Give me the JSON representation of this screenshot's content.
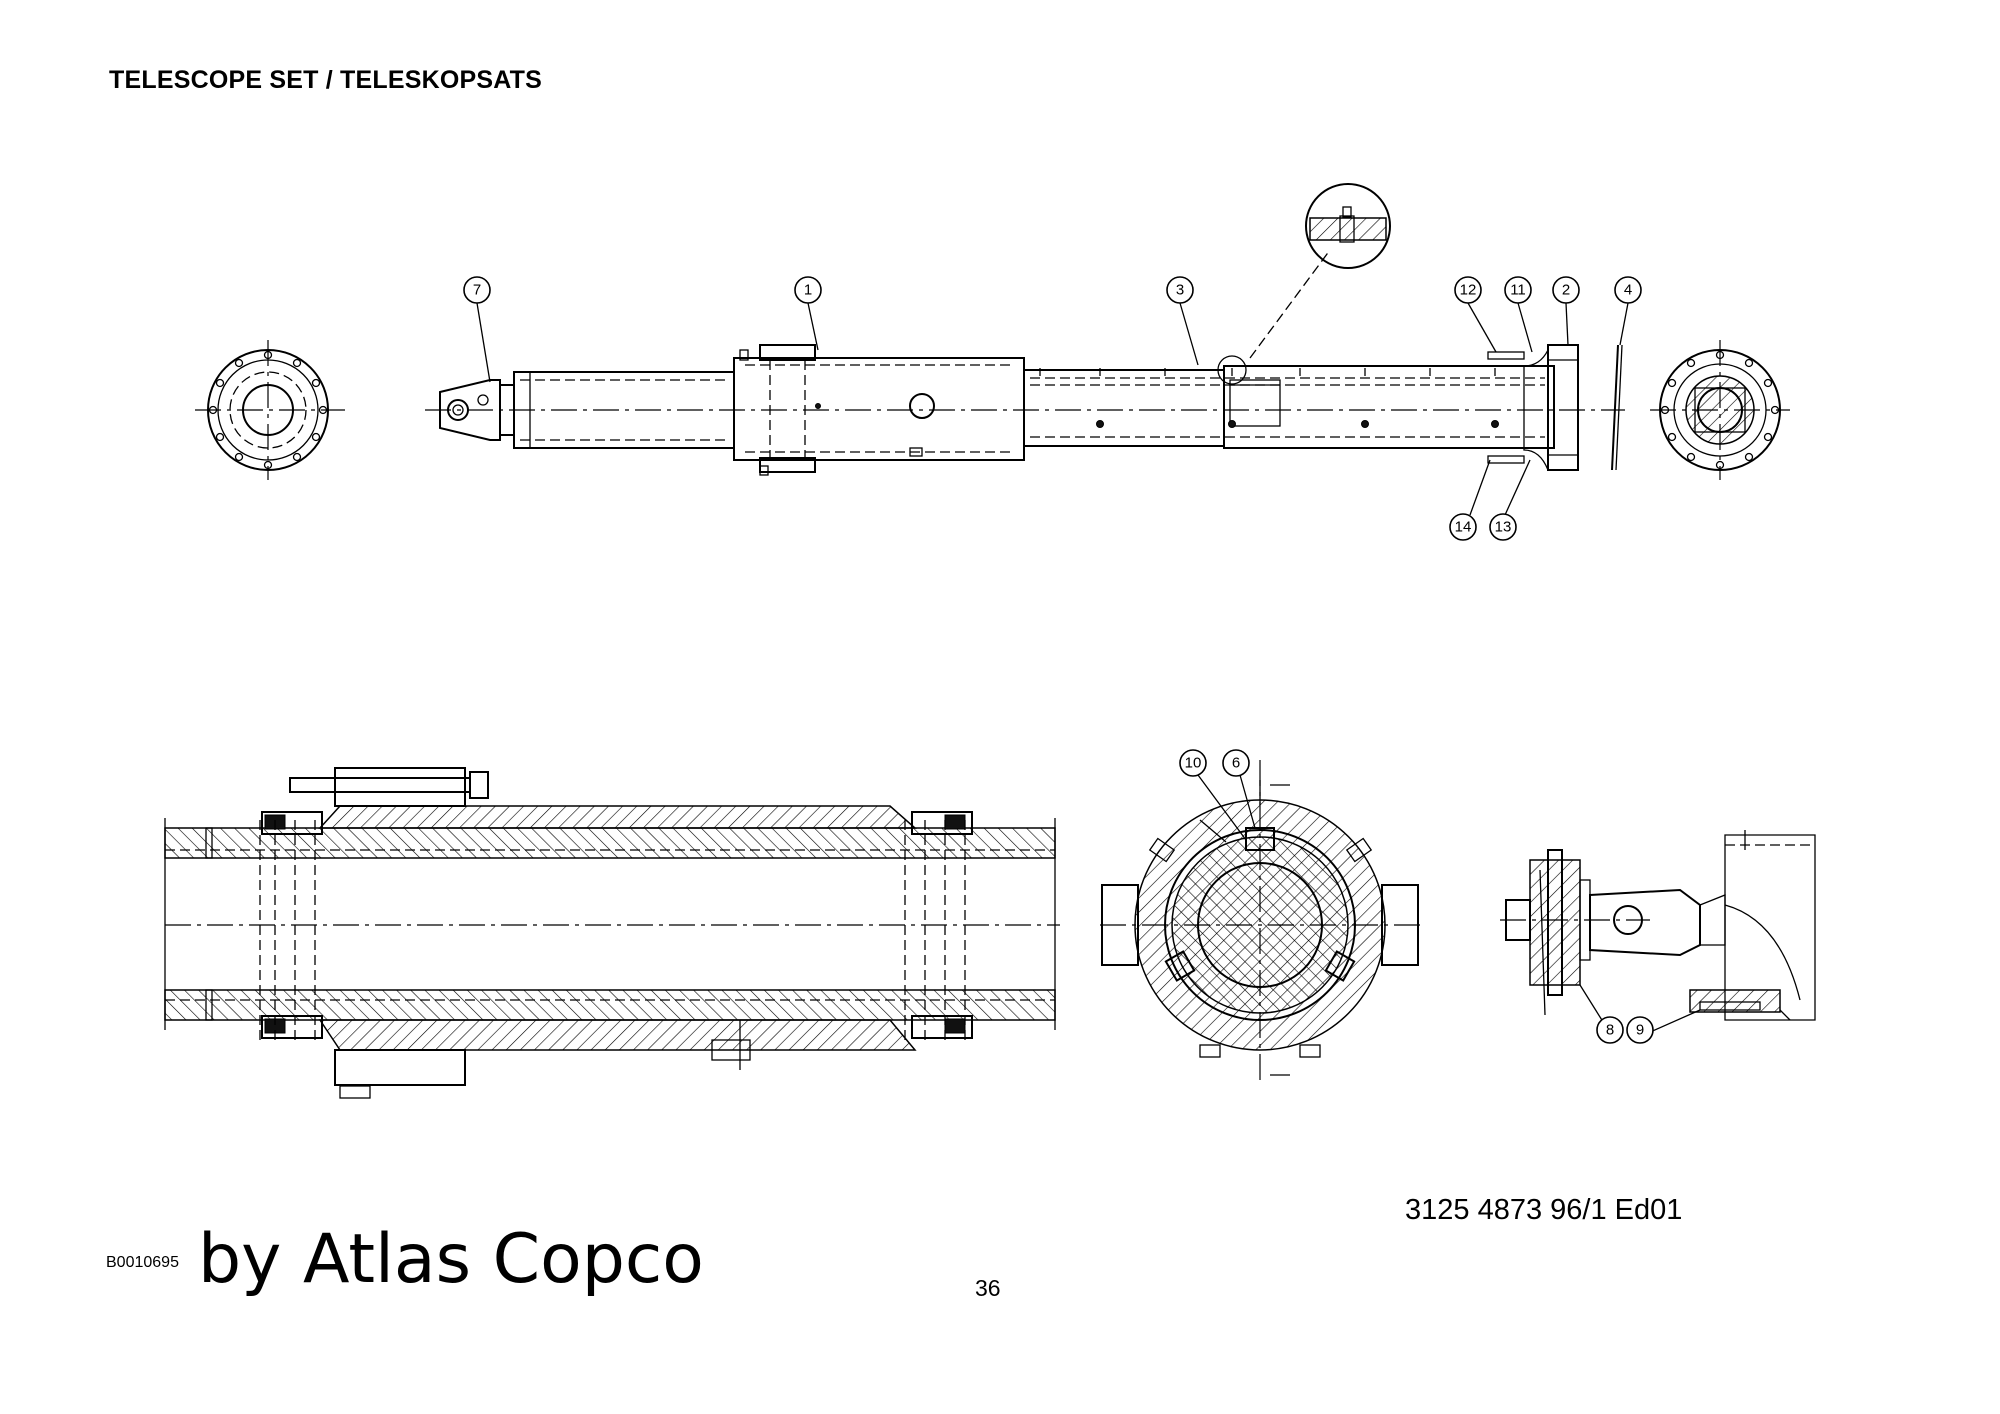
{
  "header": {
    "title": "TELESCOPE SET / TELESKOPSATS"
  },
  "footer": {
    "document_number": "3125 4873 96/1  Ed01",
    "image_id": "B0010695",
    "brand": "by Atlas Copco",
    "page_number": "36"
  },
  "callouts": {
    "c1": "1",
    "c2": "2",
    "c3": "3",
    "c4": "4",
    "c6": "6",
    "c7": "7",
    "c8": "8",
    "c9": "9",
    "c10": "10",
    "c11": "11",
    "c12": "12",
    "c13": "13",
    "c14": "14"
  }
}
